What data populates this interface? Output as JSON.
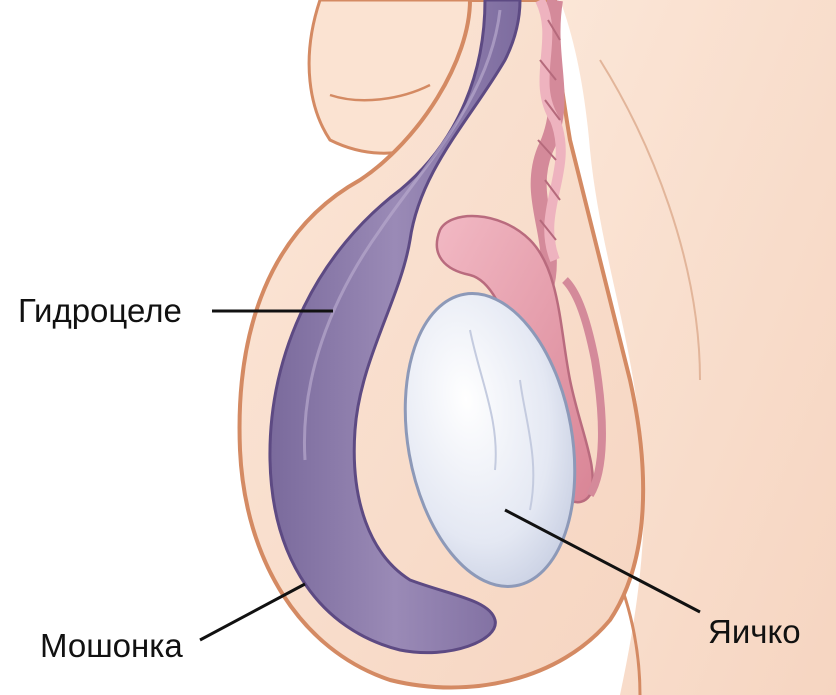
{
  "labels": {
    "hydrocele": "Гидроцеле",
    "scrotum": "Мошонка",
    "testicle": "Яичко"
  },
  "colors": {
    "skin": "#f9e0cf",
    "skin_outline": "#d48a63",
    "hydrocele_fluid": "#8b7aa8",
    "hydrocele_outline": "#5d4a83",
    "testicle": "#e6eaf4",
    "epididymis": "#e9a3b1",
    "leader_line": "#111111"
  }
}
